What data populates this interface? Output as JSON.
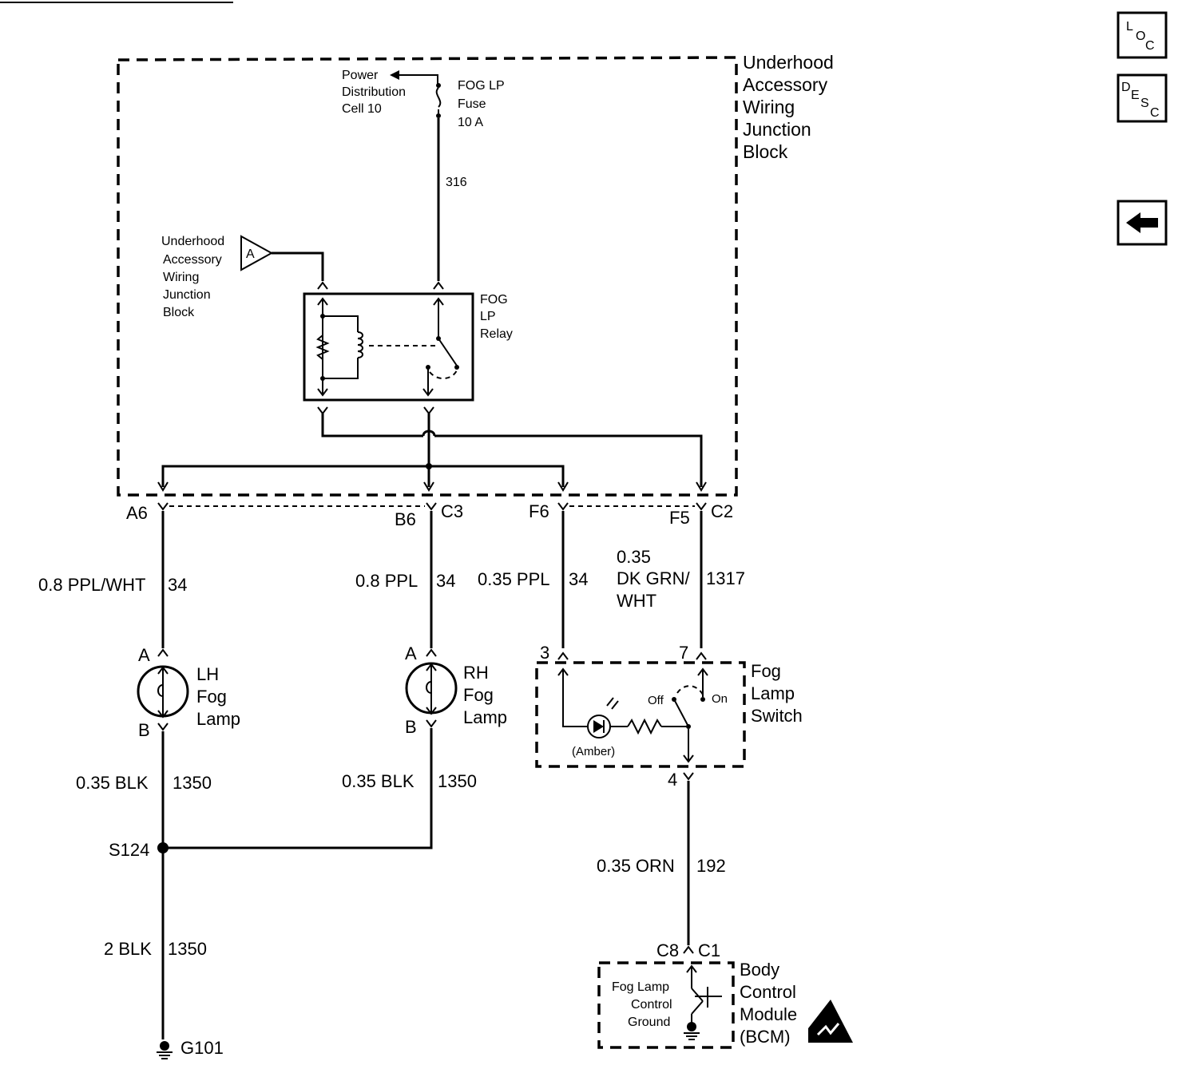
{
  "nav": {
    "loc": {
      "l1": "L",
      "l2": "O",
      "l3": "C"
    },
    "desc": {
      "l1": "D",
      "l2": "E",
      "l3": "S",
      "l4": "C"
    },
    "back_icon": "left-arrow-icon"
  },
  "junction_block": {
    "line1": "Underhood",
    "line2": "Accessory",
    "line3": "Wiring",
    "line4": "Junction",
    "line5": "Block"
  },
  "power": {
    "line1": "Power",
    "line2": "Distribution",
    "line3": "Cell 10"
  },
  "fuse": {
    "line1": "FOG LP",
    "line2": "Fuse",
    "line3": "10 A"
  },
  "wire_316": "316",
  "ref_a": {
    "line1": "Underhood",
    "line2": "Accessory",
    "line3": "Wiring",
    "line4": "Junction",
    "line5": "Block",
    "marker": "A"
  },
  "relay": {
    "line1": "FOG",
    "line2": "LP",
    "line3": "Relay"
  },
  "connectors": {
    "a6": "A6",
    "b6": "B6",
    "c3": "C3",
    "f6": "F6",
    "f5": "F5",
    "c2": "C2"
  },
  "wires": {
    "lh_feed": {
      "color": "0.8 PPL/WHT",
      "circuit": "34"
    },
    "rh_feed": {
      "color": "0.8 PPL",
      "circuit": "34"
    },
    "sw_feed": {
      "color": "0.35 PPL",
      "circuit": "34"
    },
    "sw_signal": {
      "line1": "0.35",
      "line2": "DK GRN/",
      "line3": "WHT",
      "circuit": "1317"
    },
    "lh_ground": {
      "color": "0.35 BLK",
      "circuit": "1350"
    },
    "rh_ground": {
      "color": "0.35 BLK",
      "circuit": "1350"
    },
    "main_ground": {
      "color": "2 BLK",
      "circuit": "1350"
    },
    "bcm_wire": {
      "color": "0.35 ORN",
      "circuit": "192"
    }
  },
  "lh_lamp": {
    "line1": "LH",
    "line2": "Fog",
    "line3": "Lamp",
    "pin_a": "A",
    "pin_b": "B"
  },
  "rh_lamp": {
    "line1": "RH",
    "line2": "Fog",
    "line3": "Lamp",
    "pin_a": "A",
    "pin_b": "B"
  },
  "switch": {
    "line1": "Fog",
    "line2": "Lamp",
    "line3": "Switch",
    "pin3": "3",
    "pin7": "7",
    "pin4": "4",
    "off": "Off",
    "on": "On",
    "led": "(Amber)"
  },
  "splice": "S124",
  "ground": "G101",
  "bcm": {
    "line1": "Body",
    "line2": "Control",
    "line3": "Module",
    "line4": "(BCM)",
    "pin_c8": "C8",
    "pin_c1": "C1",
    "inner1": "Fog Lamp",
    "inner2": "Control",
    "inner3": "Ground"
  }
}
